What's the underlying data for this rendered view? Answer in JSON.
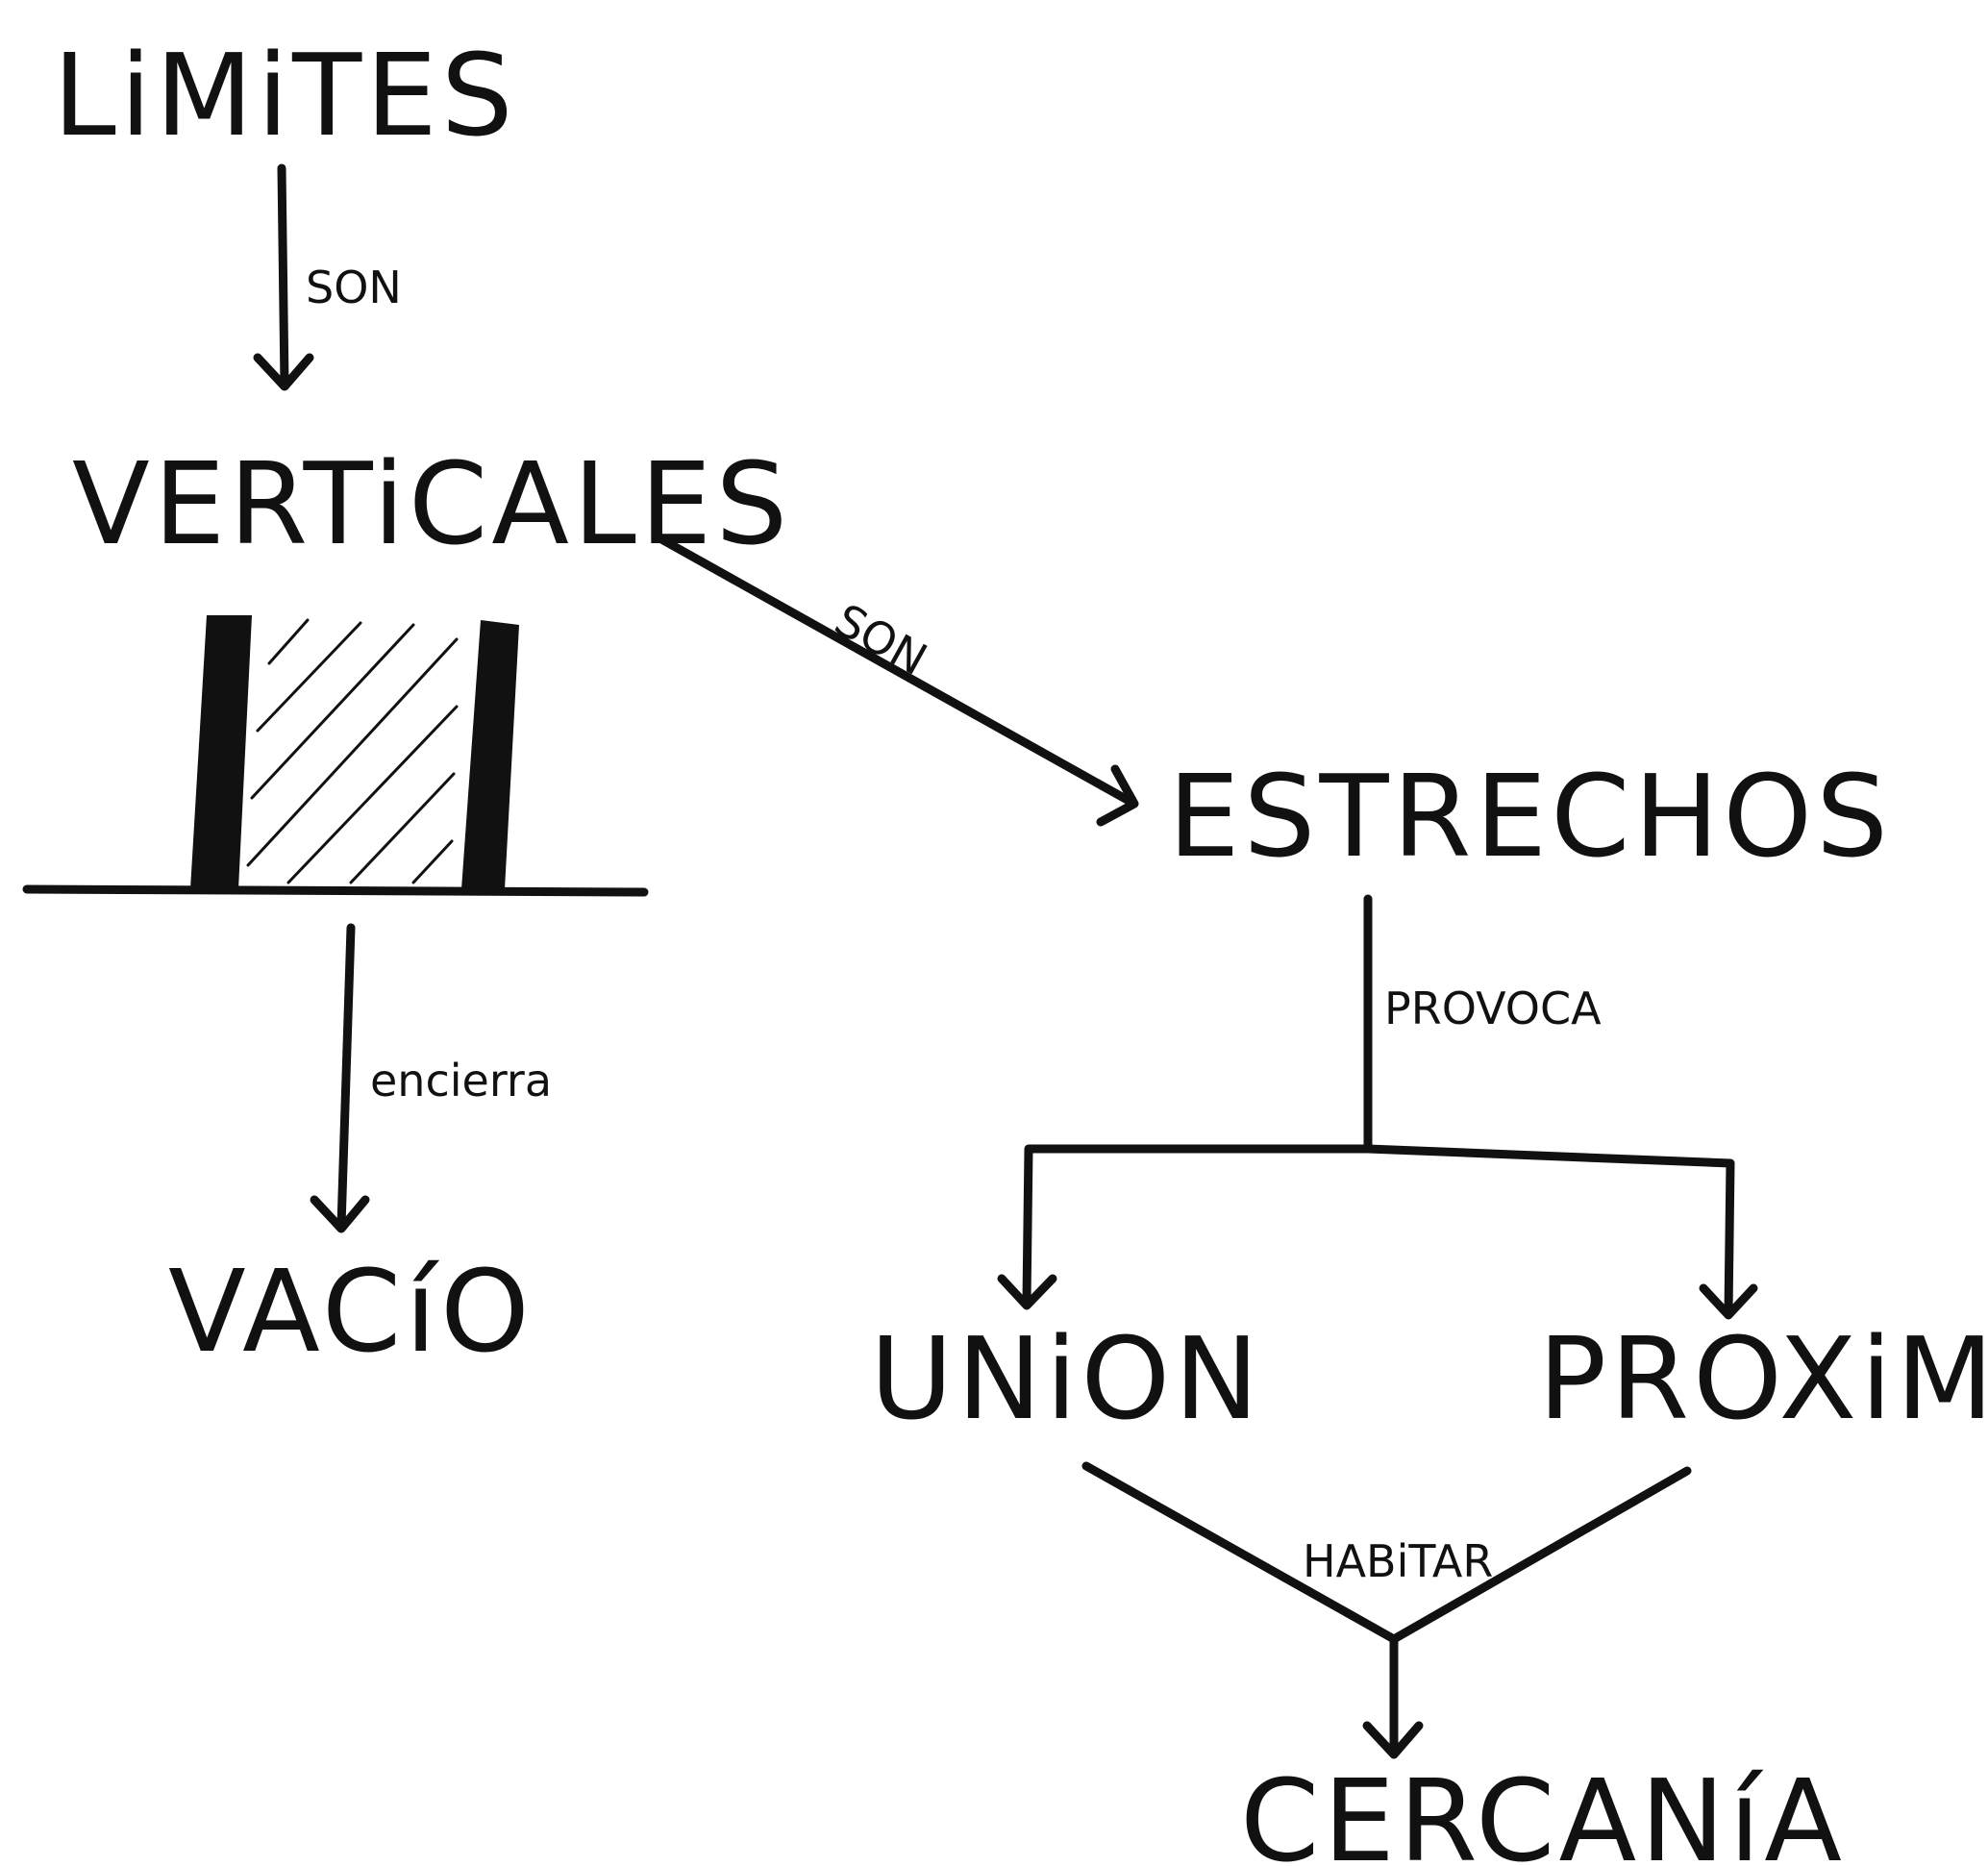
{
  "nodes": {
    "limites": "LiMiTES",
    "verticales": "VERTiCALES",
    "vacio": "VACíO",
    "estrechos": "ESTRECHOS",
    "union": "UNiON",
    "proximidad": "PROXiMiDAD",
    "cercania": "CERCANíA"
  },
  "edges": {
    "limites_verticales": "SON",
    "verticales_estrechos": "SON",
    "verticales_vacio": "encierra",
    "estrechos_split": "PROVOCA",
    "merge_cercania": "HABiTAR"
  }
}
